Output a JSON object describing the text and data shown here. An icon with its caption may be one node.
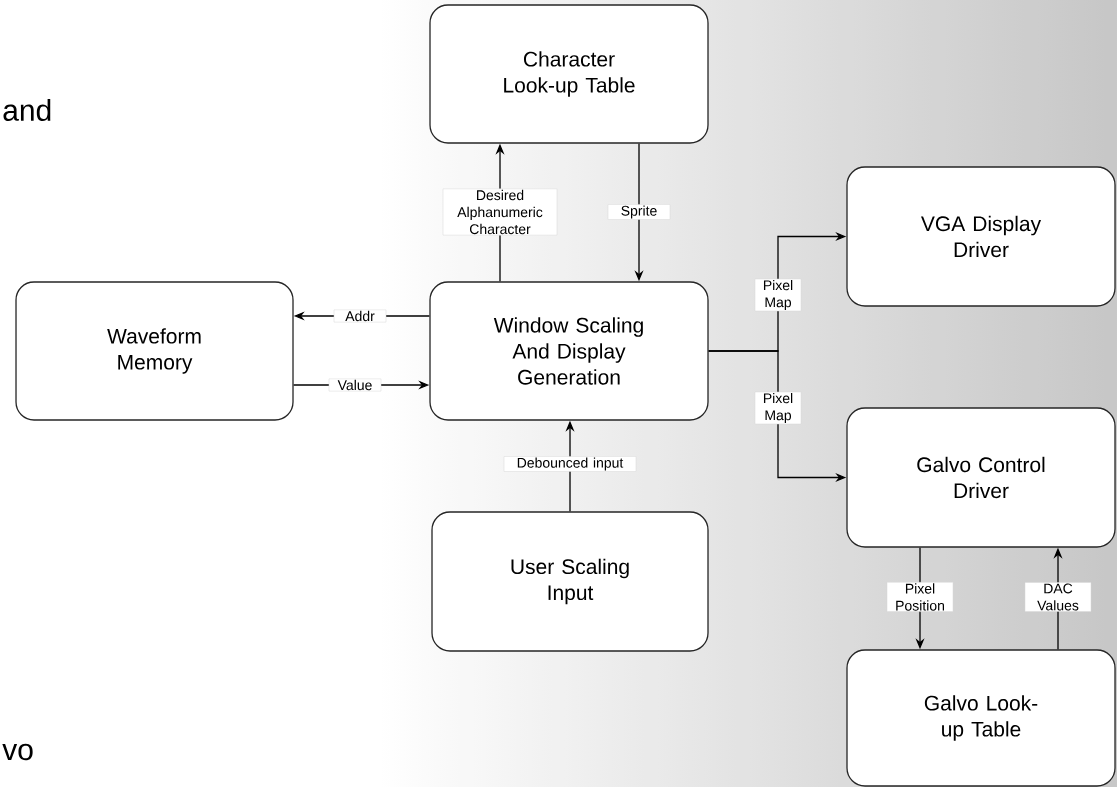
{
  "diagram": {
    "nodes": [
      {
        "text": [
          "Character Look-up Table"
        ]
      },
      {
        "text": [
          "Waveform Memory"
        ]
      },
      {
        "text": [
          "Window Scaling And Display Generation"
        ]
      },
      {
        "text": [
          "VGA Display Driver"
        ]
      },
      {
        "text": [
          "Galvo Control Driver"
        ]
      },
      {
        "text": [
          "User Scaling Input"
        ]
      },
      {
        "text": [
          "Galvo Look-up Table"
        ]
      }
    ],
    "edges": [
      {
        "from": 2,
        "to": 0,
        "arrow": "to",
        "label": "Desired Alphanumeric Character"
      },
      {
        "from": 0,
        "to": 2,
        "arrow": "to",
        "label": "Sprite"
      },
      {
        "from": 2,
        "to": 1,
        "arrow": "to",
        "label": "Addr"
      },
      {
        "from": 1,
        "to": 2,
        "arrow": "to",
        "label": "Value"
      },
      {
        "from": 2,
        "to": 3,
        "arrow": "to",
        "label": "Pixel Map"
      },
      {
        "from": 2,
        "to": 4,
        "arrow": "to",
        "label": "Pixel Map"
      },
      {
        "from": 5,
        "to": 2,
        "arrow": "to",
        "label": "Debounced input"
      },
      {
        "from": 4,
        "to": 6,
        "arrow": "to",
        "label": "Pixel Position"
      },
      {
        "from": 6,
        "to": 4,
        "arrow": "to",
        "label": "DAC Values"
      }
    ],
    "labels": [
      "and",
      "vo"
    ]
  }
}
